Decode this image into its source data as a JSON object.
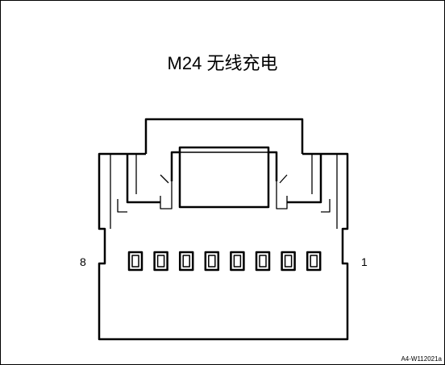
{
  "title": "M24 无线充电",
  "pin_label_left": "8",
  "pin_label_right": "1",
  "drawing_code": "A4-W112021a",
  "pin_count": 8,
  "colors": {
    "stroke": "#000000",
    "background": "#ffffff"
  }
}
